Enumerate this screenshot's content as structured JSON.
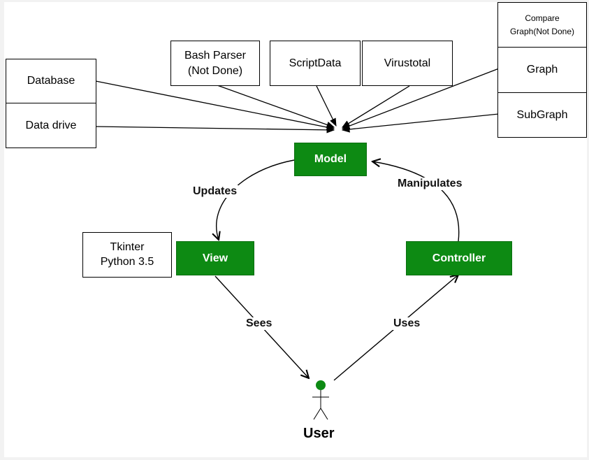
{
  "boxes": {
    "database": "Database",
    "data_drive": "Data drive",
    "bash_parser": "Bash Parser\n(Not Done)",
    "scriptdata": "ScriptData",
    "virustotal": "Virustotal",
    "compare_graph": "Compare\nGraph(Not Done)",
    "graph": "Graph",
    "subgraph": "SubGraph",
    "tkinter": "Tkinter\nPython 3.5"
  },
  "mvc": {
    "model": "Model",
    "view": "View",
    "controller": "Controller"
  },
  "edge_labels": {
    "updates": "Updates",
    "manipulates": "Manipulates",
    "sees": "Sees",
    "uses": "Uses"
  },
  "actor": {
    "label": "User"
  },
  "colors": {
    "mvc_fill": "#0d8a13",
    "actor_head": "#0d8a13"
  }
}
